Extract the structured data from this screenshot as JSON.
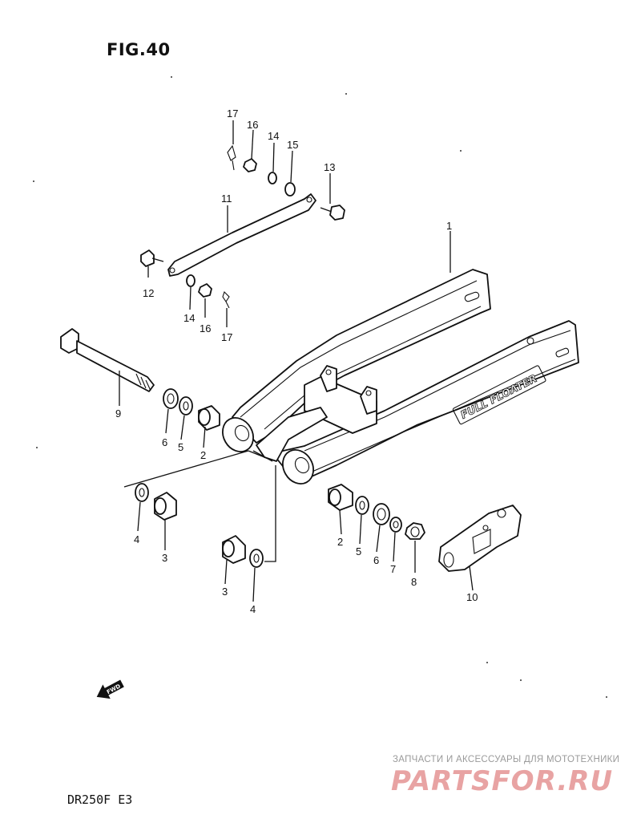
{
  "figure": {
    "title": "FIG.40",
    "model": "DR250F  E3"
  },
  "swingarm_decal": "FULL FLOATER",
  "fwd_marker": "FWD",
  "watermark": {
    "tagline": "ЗАПЧАСТИ И АКСЕССУАРЫ ДЛЯ МОТОТЕХНИКИ",
    "brand": "PARTSFOR.RU"
  },
  "callouts": {
    "c1": "1",
    "c2a": "2",
    "c2b": "2",
    "c3a": "3",
    "c3b": "3",
    "c4a": "4",
    "c4b": "4",
    "c5a": "5",
    "c5b": "5",
    "c6a": "6",
    "c6b": "6",
    "c7": "7",
    "c8": "8",
    "c9": "9",
    "c10": "10",
    "c11": "11",
    "c12": "12",
    "c13": "13",
    "c14a": "14",
    "c14b": "14",
    "c15": "15",
    "c16a": "16",
    "c16b": "16",
    "c17a": "17",
    "c17b": "17"
  },
  "colors": {
    "ink": "#111111",
    "watermark_red": "#e8a3a3",
    "watermark_gray": "#9a9a9a"
  }
}
